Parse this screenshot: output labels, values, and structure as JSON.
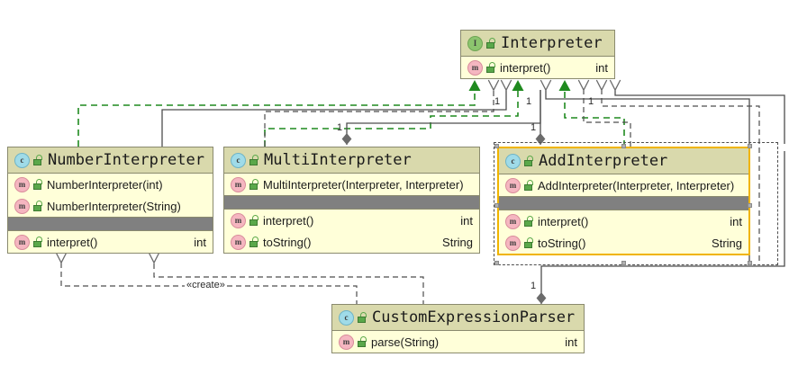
{
  "diagram": {
    "kind": "uml-class-diagram",
    "background": "#ffffff",
    "colors": {
      "header_fill": "#d9d9ac",
      "body_fill": "#ffffd9",
      "border": "#8a8a6e",
      "separator_band": "#808080",
      "selection_border": "#f0b400",
      "realization_line": "#1f8a1f",
      "dependency_line": "#4d4d4d",
      "composition_diamond": "#666666"
    }
  },
  "classes": {
    "interpreter": {
      "name": "Interpreter",
      "stereotype_icon": "interface-icon",
      "visibility_icon": "lock-icon",
      "members": [
        {
          "icon": "method-icon",
          "label": "interpret()",
          "type": "int"
        }
      ]
    },
    "number_interpreter": {
      "name": "NumberInterpreter",
      "stereotype_icon": "class-icon",
      "visibility_icon": "lock-icon",
      "constructors": [
        {
          "icon": "method-icon",
          "label": "NumberInterpreter(int)",
          "type": ""
        },
        {
          "icon": "method-icon",
          "label": "NumberInterpreter(String)",
          "type": ""
        }
      ],
      "methods": [
        {
          "icon": "method-icon",
          "label": "interpret()",
          "type": "int"
        }
      ]
    },
    "multi_interpreter": {
      "name": "MultiInterpreter",
      "stereotype_icon": "class-icon",
      "visibility_icon": "lock-icon",
      "constructors": [
        {
          "icon": "method-icon",
          "label": "MultiInterpreter(Interpreter, Interpreter)",
          "type": ""
        }
      ],
      "methods": [
        {
          "icon": "method-icon",
          "label": "interpret()",
          "type": "int"
        },
        {
          "icon": "method-icon",
          "label": "toString()",
          "type": "String"
        }
      ]
    },
    "add_interpreter": {
      "name": "AddInterpreter",
      "selected": true,
      "stereotype_icon": "class-icon",
      "visibility_icon": "lock-icon",
      "constructors": [
        {
          "icon": "method-icon",
          "label": "AddInterpreter(Interpreter, Interpreter)",
          "type": ""
        }
      ],
      "methods": [
        {
          "icon": "method-icon",
          "label": "interpret()",
          "type": "int"
        },
        {
          "icon": "method-icon",
          "label": "toString()",
          "type": "String"
        }
      ]
    },
    "custom_expression_parser": {
      "name": "CustomExpressionParser",
      "stereotype_icon": "class-icon",
      "visibility_icon": "lock-icon",
      "methods": [
        {
          "icon": "method-icon",
          "label": "parse(String)",
          "type": "int"
        }
      ]
    }
  },
  "edge_labels": {
    "mult_1_a": "1",
    "mult_1_b": "1",
    "mult_1_c": "1",
    "mult_1_d": "1",
    "mult_1_e": "1",
    "mult_1_f": "1",
    "mult_1_g": "1",
    "create_stereotype": "«create»"
  },
  "icon_glyphs": {
    "interface": "I",
    "class": "c",
    "method": "m"
  }
}
